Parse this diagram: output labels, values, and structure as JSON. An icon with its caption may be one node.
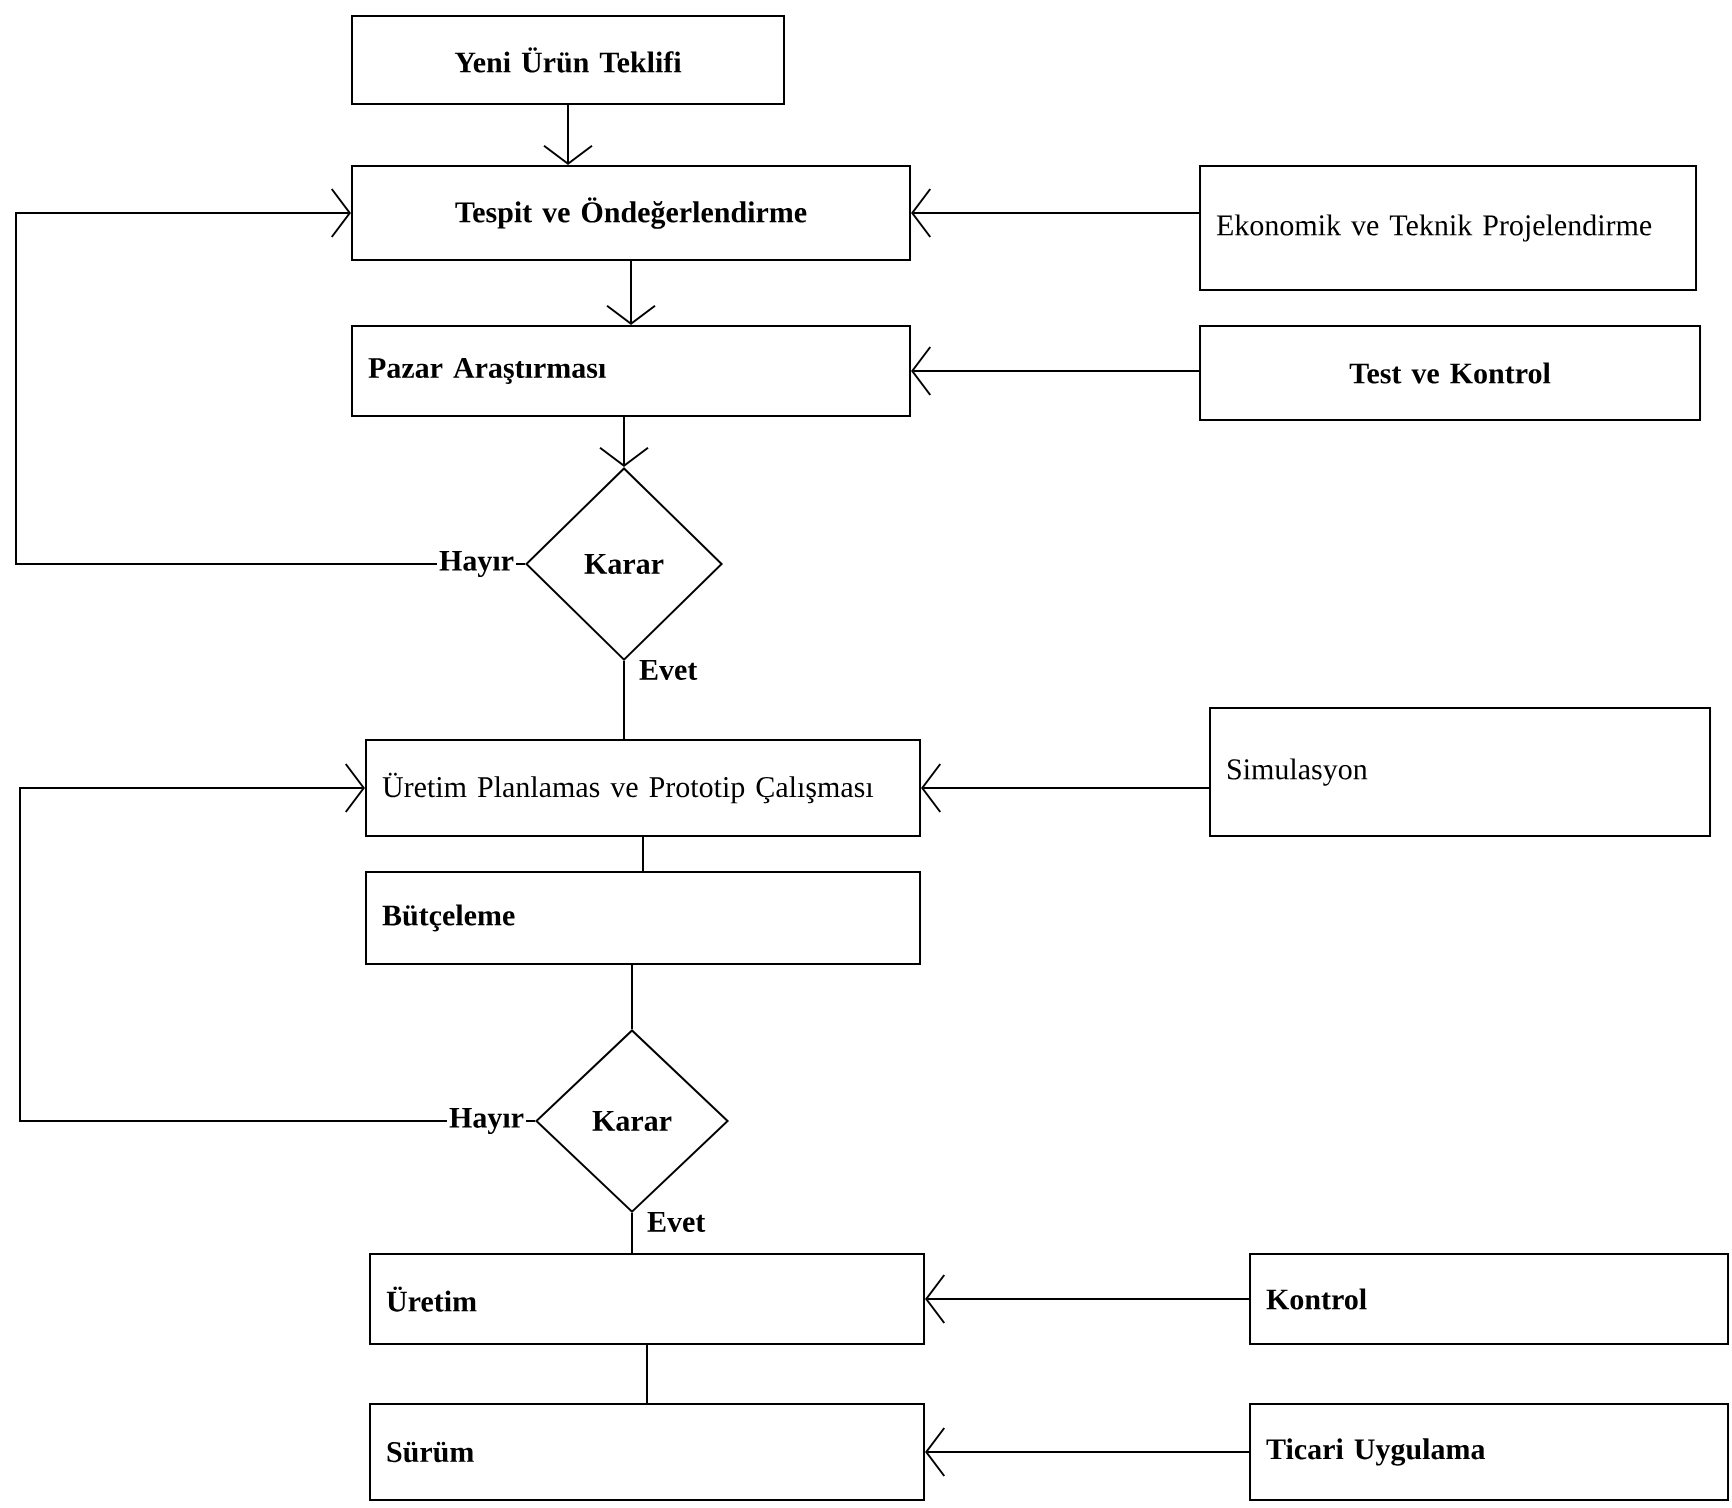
{
  "diagram": {
    "nodes": [
      {
        "text": [
          "Yeni Ürün Teklifi"
        ]
      },
      {
        "text": [
          "Tespit ve Öndeğerlendirme"
        ]
      },
      {
        "text": [
          "Ekonomik ve Teknik Projelendirme"
        ]
      },
      {
        "text": [
          "Pazar Araştırması"
        ]
      },
      {
        "text": [
          "Test ve Kontrol"
        ]
      },
      {
        "text": [
          "Karar"
        ]
      },
      {
        "text": [
          "Üretim Planlamas ve Prototip Çalışması"
        ]
      },
      {
        "text": [
          "Simulasyon"
        ]
      },
      {
        "text": [
          "Bütçeleme"
        ]
      },
      {
        "text": [
          "Karar"
        ]
      },
      {
        "text": [
          "Üretim"
        ]
      },
      {
        "text": [
          "Kontrol"
        ]
      },
      {
        "text": [
          "Sürüm"
        ]
      },
      {
        "text": [
          "Ticari Uygulama"
        ]
      }
    ],
    "edges": [
      {
        "from": 0,
        "to": 1,
        "arrow": "to"
      },
      {
        "from": 2,
        "to": 1,
        "arrow": "to"
      },
      {
        "from": 1,
        "to": 3,
        "arrow": "to"
      },
      {
        "from": 4,
        "to": 3,
        "arrow": "to"
      },
      {
        "from": 3,
        "to": 5,
        "arrow": "to"
      },
      {
        "from": 5,
        "to": 1,
        "arrow": "to",
        "label": "Hayır"
      },
      {
        "from": 5,
        "to": 6,
        "arrow": "none",
        "label": "Evet"
      },
      {
        "from": 7,
        "to": 6,
        "arrow": "to"
      },
      {
        "from": 6,
        "to": 8,
        "arrow": "none"
      },
      {
        "from": 8,
        "to": 9,
        "arrow": "none"
      },
      {
        "from": 9,
        "to": 6,
        "arrow": "to",
        "label": "Hayır"
      },
      {
        "from": 9,
        "to": 10,
        "arrow": "none",
        "label": "Evet"
      },
      {
        "from": 11,
        "to": 10,
        "arrow": "to"
      },
      {
        "from": 10,
        "to": 12,
        "arrow": "none"
      },
      {
        "from": 13,
        "to": 12,
        "arrow": "to"
      }
    ]
  }
}
